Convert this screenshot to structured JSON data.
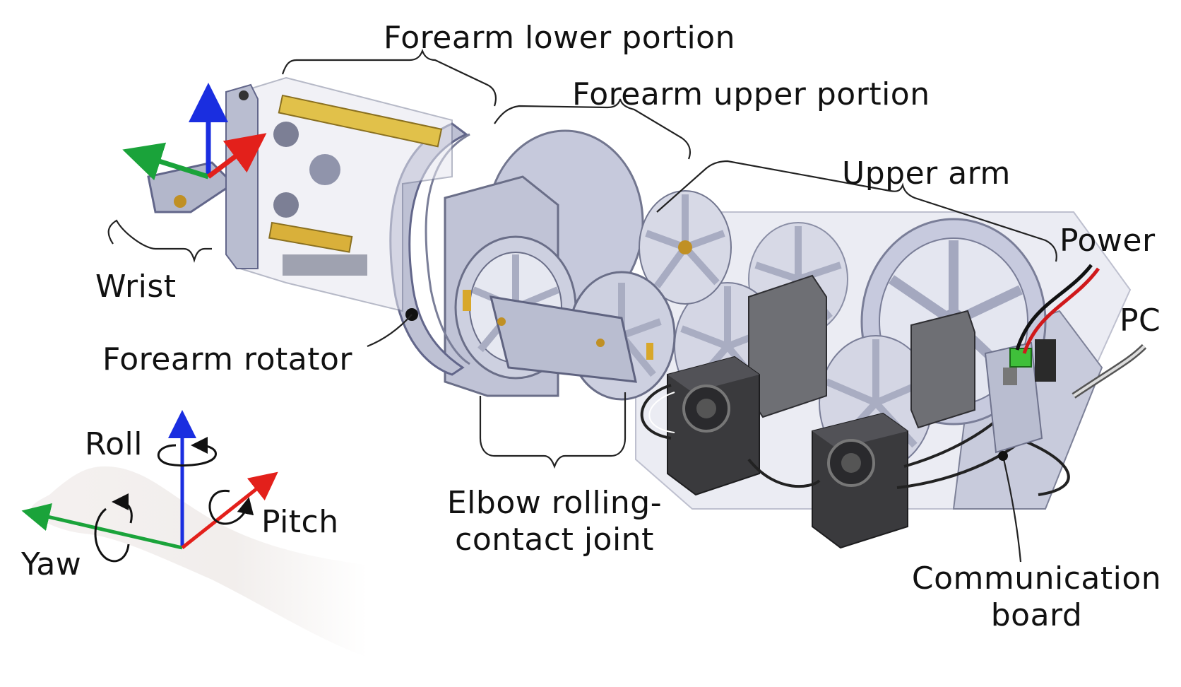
{
  "labels": {
    "forearm_lower": "Forearm lower portion",
    "forearm_upper": "Forearm upper portion",
    "upper_arm": "Upper arm",
    "power": "Power",
    "pc": "PC",
    "wrist": "Wrist",
    "forearm_rotator": "Forearm rotator",
    "elbow_line1": "Elbow rolling-",
    "elbow_line2": "contact joint",
    "comm_line1": "Communication",
    "comm_line2": "board",
    "roll": "Roll",
    "pitch": "Pitch",
    "yaw": "Yaw"
  },
  "colors": {
    "x_axis": "#e3201b",
    "y_axis": "#1aa33a",
    "z_axis": "#1a2ee0",
    "metal": "#b9bdd0",
    "motor": "#3a3a3a",
    "brass": "#d8a72a"
  }
}
